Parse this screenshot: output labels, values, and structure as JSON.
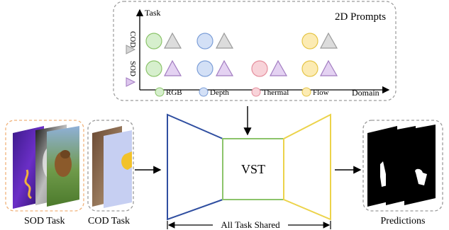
{
  "prompt_panel": {
    "title": "2D Prompts",
    "y_axis_label": "Task",
    "x_axis_label": "Domain",
    "rows": [
      {
        "task": "COD",
        "domains": [
          "RGB",
          "Depth",
          "Flow"
        ]
      },
      {
        "task": "SOD",
        "domains": [
          "RGB",
          "Depth",
          "Thermal",
          "Flow"
        ]
      }
    ],
    "legend": [
      {
        "label": "RGB",
        "color": "#bfe6b4"
      },
      {
        "label": "Depth",
        "color": "#c7d8f2"
      },
      {
        "label": "Thermal",
        "color": "#f6c8cf"
      },
      {
        "label": "Flow",
        "color": "#fbe6a6"
      }
    ],
    "cod_triangle_color": "#d4d4d4",
    "sod_triangle_color": "#ddc6ee"
  },
  "inputs": {
    "sod_label": "SOD Task",
    "cod_label": "COD Task"
  },
  "model": {
    "label": "VST",
    "shared_label": "All Task Shared",
    "encoder_color": "#2f4ea0",
    "center_color": "#8cc46b",
    "decoder_color": "#ecd34a"
  },
  "output": {
    "label": "Predictions"
  }
}
